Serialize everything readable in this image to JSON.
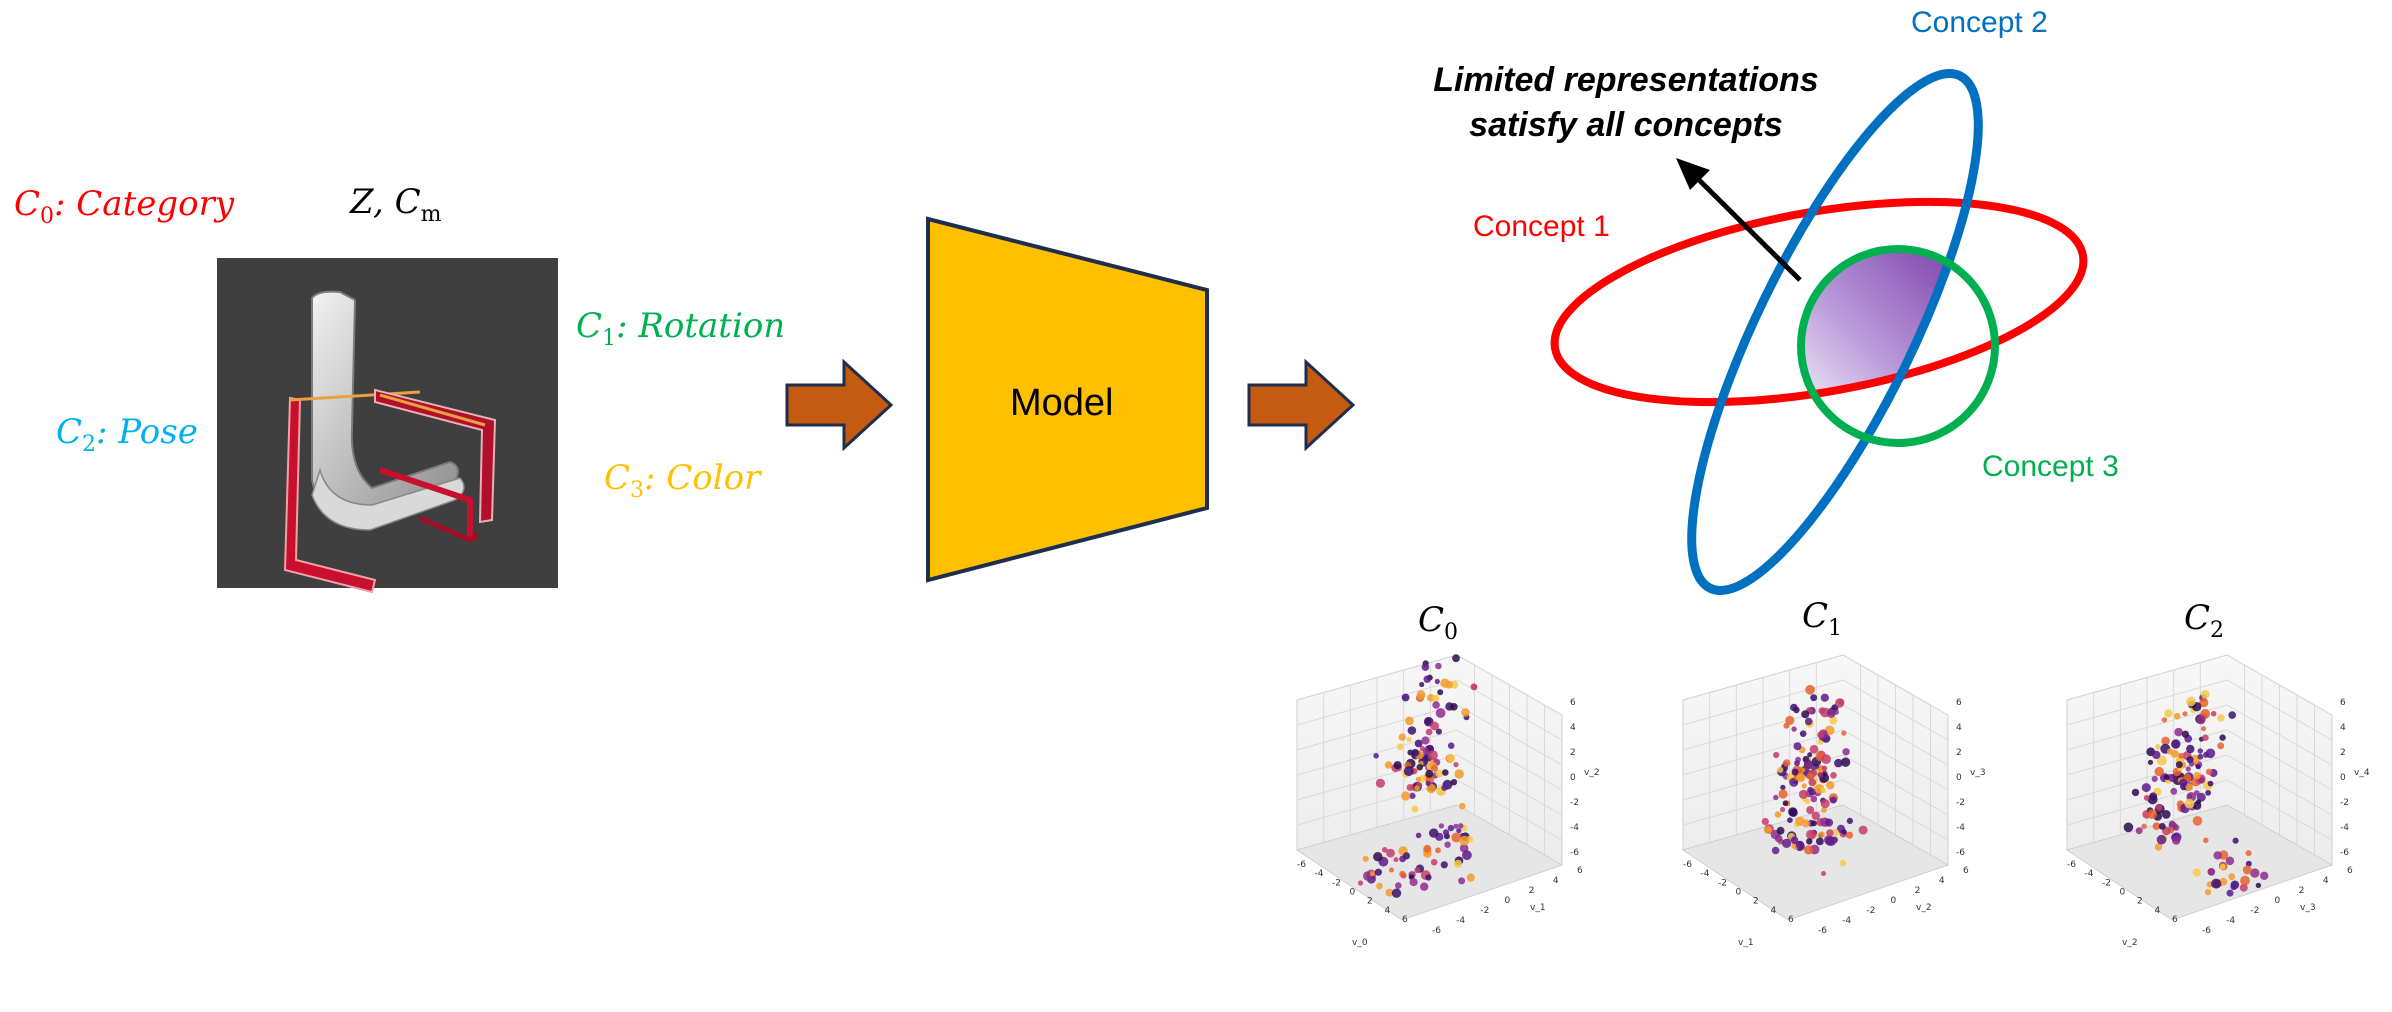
{
  "input_labels": {
    "c0_sym": "C",
    "c0_sub": "0",
    "c0_text": ": Category",
    "z_text": "Z, C",
    "z_sub": "m",
    "c1_sym": "C",
    "c1_sub": "1",
    "c1_text": ": Rotation",
    "c2_sym": "C",
    "c2_sub": "2",
    "c2_text": ": Pose",
    "c3_sym": "C",
    "c3_sub": "3",
    "c3_text": ": Color"
  },
  "model": {
    "label": "Model"
  },
  "concepts": {
    "concept1": "Concept 1",
    "concept2": "Concept 2",
    "concept3": "Concept 3",
    "callout_line1": "Limited representations",
    "callout_line2": "satisfy all concepts"
  },
  "colors": {
    "c0": "#ff0000",
    "c1": "#00b050",
    "c2": "#00b0f0",
    "c3": "#ffc000",
    "model_fill": "#ffc000",
    "arrow_fill": "#c55a11",
    "navy": "#1f2d4e",
    "concept1": "#ff0000",
    "concept2": "#0070c0",
    "concept3": "#00b050",
    "intersection": "#7030a0"
  },
  "plots": [
    {
      "sym": "C",
      "sub": "0",
      "xlabel": "v_0",
      "ylabel": "v_1",
      "zlabel": "v_2",
      "ticks": [
        "-6",
        "-4",
        "-2",
        "0",
        "2",
        "4",
        "6"
      ]
    },
    {
      "sym": "C",
      "sub": "1",
      "xlabel": "v_1",
      "ylabel": "v_2",
      "zlabel": "v_3",
      "ticks": [
        "-6",
        "-4",
        "-2",
        "0",
        "2",
        "4",
        "6"
      ]
    },
    {
      "sym": "C",
      "sub": "2",
      "xlabel": "v_2",
      "ylabel": "v_3",
      "zlabel": "v_4",
      "ticks": [
        "-6",
        "-4",
        "-2",
        "0",
        "2",
        "4",
        "6"
      ]
    }
  ]
}
